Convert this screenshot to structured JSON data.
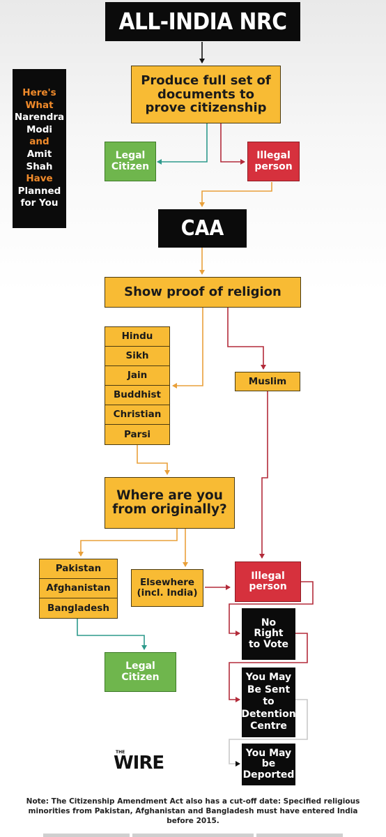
{
  "title": "ALL-INDIA NRC",
  "sidebar": {
    "line1": "Here's",
    "line2": "What",
    "line3": "Narendra",
    "line4": "Modi",
    "line5": "and",
    "line6": "Amit",
    "line7": "Shah",
    "line8": "Have",
    "line9": "Planned",
    "line10": "for You"
  },
  "nodes": {
    "documents": "Produce full set of documents to prove citizenship",
    "legal_citizen_1": "Legal Citizen",
    "illegal_person_1": "Illegal person",
    "caa": "CAA",
    "religion_proof": "Show proof of religion",
    "religions": [
      "Hindu",
      "Sikh",
      "Jain",
      "Buddhist",
      "Christian",
      "Parsi"
    ],
    "muslim": "Muslim",
    "origin_question": "Where are you from originally?",
    "countries": [
      "Pakistan",
      "Afghanistan",
      "Bangladesh"
    ],
    "elsewhere": "Elsewhere (incl. India)",
    "illegal_person_2": "Illegal person",
    "legal_citizen_2": "Legal Citizen",
    "no_vote": "No Right to Vote",
    "detention": "You May Be Sent to Detention Centre",
    "deported": "You May be Deported"
  },
  "logo": {
    "small": "THE",
    "big": "WIRE"
  },
  "note": "Note: The Citizenship Amendment Act also has a cut-off date: Specified religious minorities from Pakistan, Afghanistan and Bangladesh must have entered India before 2015.",
  "colors": {
    "yellow": "#f8bb34",
    "green": "#6fb64d",
    "red": "#d6313d",
    "black": "#0b0b0b",
    "orange_text": "#f08a2a",
    "orange_line": "#e9a03a",
    "red_line": "#b32b3a",
    "teal_line": "#2d9a8c"
  }
}
